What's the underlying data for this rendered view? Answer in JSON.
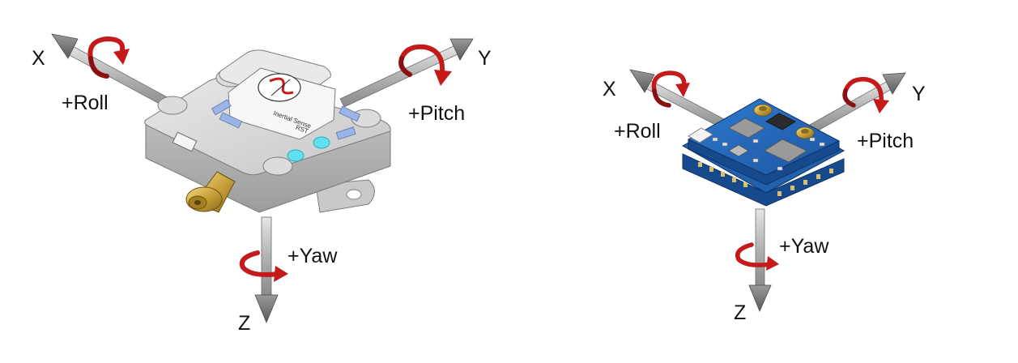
{
  "left_figure": {
    "axis_x": "X",
    "axis_y": "Y",
    "axis_z": "Z",
    "roll": "+Roll",
    "pitch": "+Pitch",
    "yaw": "+Yaw",
    "device_label": "Inertial Sense",
    "device_small_text": "RST"
  },
  "right_figure": {
    "axis_x": "X",
    "axis_y": "Y",
    "axis_z": "Z",
    "roll": "+Roll",
    "pitch": "+Pitch",
    "yaw": "+Yaw"
  },
  "colors": {
    "axis_shaft": "#b9b9b9",
    "rotation_arrow": "#c41a1a",
    "enclosure": "#d2d2d2",
    "pcb": "#1f5fb0",
    "connector_gold": "#c9a23a",
    "led_cyan": "#5fe0f0"
  }
}
